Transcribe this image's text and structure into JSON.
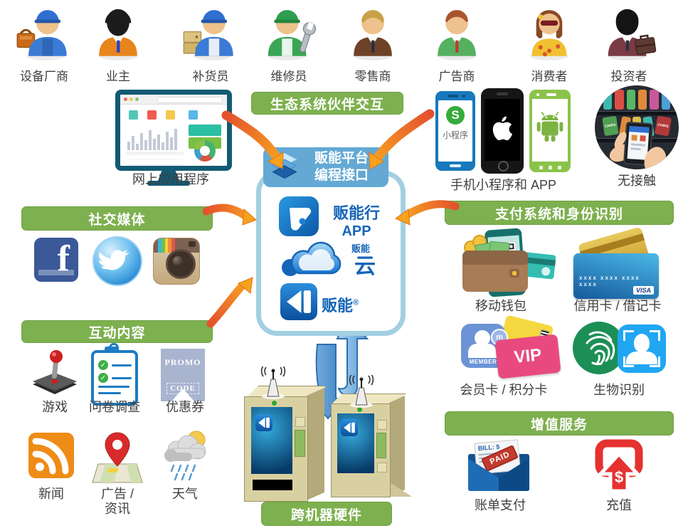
{
  "colors": {
    "banner_green": "#7db04e",
    "api_blue": "#63a9d4",
    "brand_blue": "#1565b8",
    "arrow_orange": "#f6a21c",
    "topup_red": "#e5312f"
  },
  "people": [
    {
      "label": "设备厂商"
    },
    {
      "label": "业主"
    },
    {
      "label": "补货员"
    },
    {
      "label": "维修员"
    },
    {
      "label": "零售商"
    },
    {
      "label": "广告商"
    },
    {
      "label": "消费者"
    },
    {
      "label": "投资者"
    }
  ],
  "eco": {
    "banner": "生态系统伙伴交互"
  },
  "web_app": {
    "label": "网上应用程序"
  },
  "mobile": {
    "label": "手机小程序和 APP",
    "mini_badge": "小程序",
    "mini_s": "S"
  },
  "contactless": {
    "label": "无接触",
    "chips": "CHIPS"
  },
  "api": {
    "line1": "贩能平台",
    "line2": "编程接口"
  },
  "hub": {
    "app_name": "贩能行",
    "app_sub": "APP",
    "cloud_small": "贩能",
    "cloud_big": "云",
    "brand": "贩能",
    "reg": "®"
  },
  "social": {
    "banner": "社交媒体",
    "facebook_f": "f"
  },
  "interactive": {
    "banner": "互动内容",
    "game": "游戏",
    "survey": "问卷调查",
    "coupon": "优惠券",
    "promo_line1": "PROMO",
    "promo_line2": "CODE",
    "news": "新闻",
    "ads_line1": "广告 /",
    "ads_line2": "资讯",
    "weather": "天气"
  },
  "payment": {
    "banner": "支付系统和身份识别",
    "wallet": "移动钱包",
    "cards": "信用卡 / 借记卡",
    "member": "会员卡 / 积分卡",
    "member_badge": "MEMBER",
    "member_m": "m",
    "vip": "VIP",
    "card_number": "xxxx xxxx xxxx xxxx",
    "visa": "VISA",
    "bio": "生物识别"
  },
  "services": {
    "banner": "增值服务",
    "bill": "账单支付",
    "bill_text": "BILL: $",
    "paid": "PAID",
    "topup": "充值",
    "dollar": "$"
  },
  "hardware": {
    "banner": "跨机器硬件"
  }
}
